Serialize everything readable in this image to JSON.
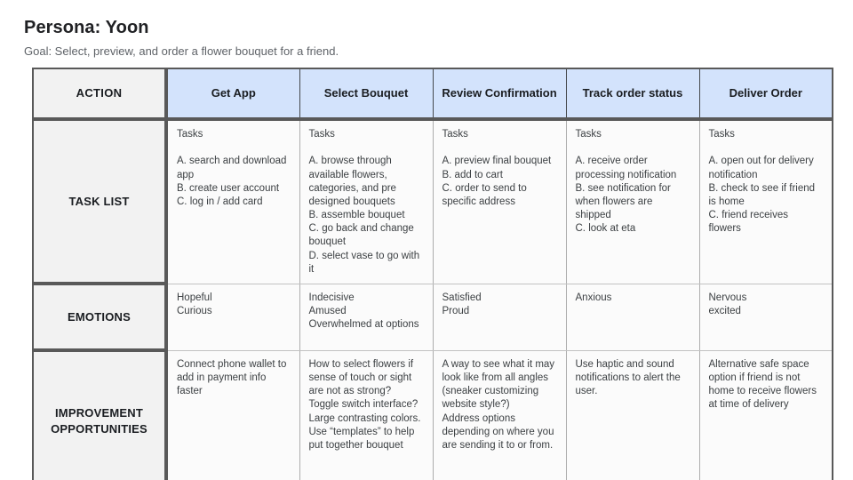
{
  "page": {
    "title": "Persona: Yoon",
    "goal": "Goal: Select, preview, and order a flower bouquet for a friend."
  },
  "table": {
    "columns": [
      "ACTION",
      "Get App",
      "Select Bouquet",
      "Review Confirmation",
      "Track order status",
      "Deliver Order"
    ],
    "rows": [
      {
        "label": "TASK LIST",
        "cells": [
          "Tasks\n\nA. search and download app\nB. create user account\nC. log in / add card",
          "Tasks\n\nA. browse through available flowers, categories, and pre designed bouquets\nB. assemble bouquet\nC. go back and change bouquet\nD. select vase to go with it",
          "Tasks\n\nA. preview final bouquet\nB. add to cart\nC. order to send to specific address",
          "Tasks\n\nA. receive order processing notification\nB. see notification for when flowers are shipped\nC. look at eta",
          "Tasks\n\nA. open out for delivery notification\nB. check to see if friend is home\nC. friend receives flowers"
        ]
      },
      {
        "label": "EMOTIONS",
        "cells": [
          "Hopeful\nCurious",
          "Indecisive\nAmused\nOverwhelmed at options",
          "Satisfied\nProud",
          "Anxious",
          "Nervous\nexcited"
        ]
      },
      {
        "label": "IMPROVEMENT OPPORTUNITIES",
        "cells": [
          "Connect phone wallet to add in payment info faster",
          "How to select flowers if sense of touch or sight are not as strong?\nToggle switch interface?\nLarge contrasting colors.\nUse “templates” to help put together bouquet",
          "A way to see what it may look like from all angles (sneaker customizing website style?)\nAddress options depending on where you are sending it to or from.",
          "Use haptic and sound notifications to alert the user.",
          "Alternative safe space option if friend is not home to receive flowers at time of delivery"
        ]
      }
    ]
  },
  "colors": {
    "header_blue": "#d3e3fc",
    "label_gray": "#f2f2f2",
    "cell_bg": "#fbfbfb",
    "thick_border": "#595959",
    "dark_border": "#45484c",
    "light_border": "#c2c2c2",
    "title_text": "#202124",
    "subtitle_text": "#5f6368",
    "cell_text": "#3c4043"
  }
}
